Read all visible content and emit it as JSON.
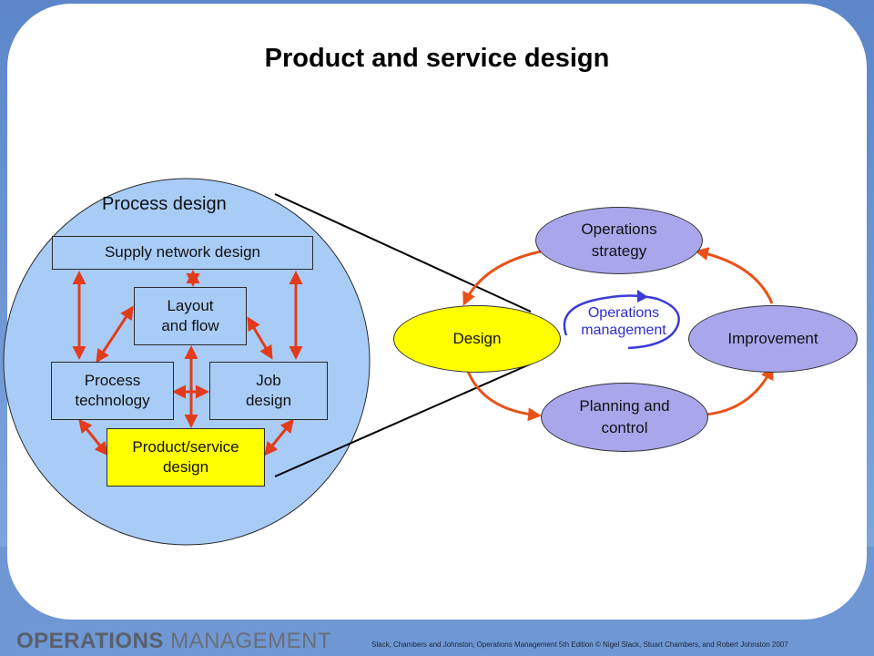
{
  "slide": {
    "title": "Product and service design"
  },
  "process_design": {
    "label": "Process design",
    "supply_network": "Supply network design",
    "layout_flow": "Layout\nand flow",
    "process_tech": "Process\ntechnology",
    "job_design": "Job\ndesign",
    "product_service": "Product/service\ndesign"
  },
  "ops_cycle": {
    "strategy": "Operations\nstrategy",
    "design": "Design",
    "improvement": "Improvement",
    "planning": "Planning and\ncontrol",
    "center": "Operations\nmanagement"
  },
  "footer": {
    "logo_bold": "OPERATIONS",
    "logo_light": " MANAGEMENT",
    "credit": "Slack, Chambers and Johnston, Operations Management 5th Edition © Nigel Slack, Stuart Chambers, and Robert Johnston 2007"
  },
  "colors": {
    "box_blue": "#a9ccf7",
    "highlight_yellow": "#ffff00",
    "arrow_red": "#e23b1b",
    "cycle_orange": "#e8521a",
    "ellipse_purple": "#a9a6ec",
    "center_arrow_blue": "#3b3bd6"
  }
}
